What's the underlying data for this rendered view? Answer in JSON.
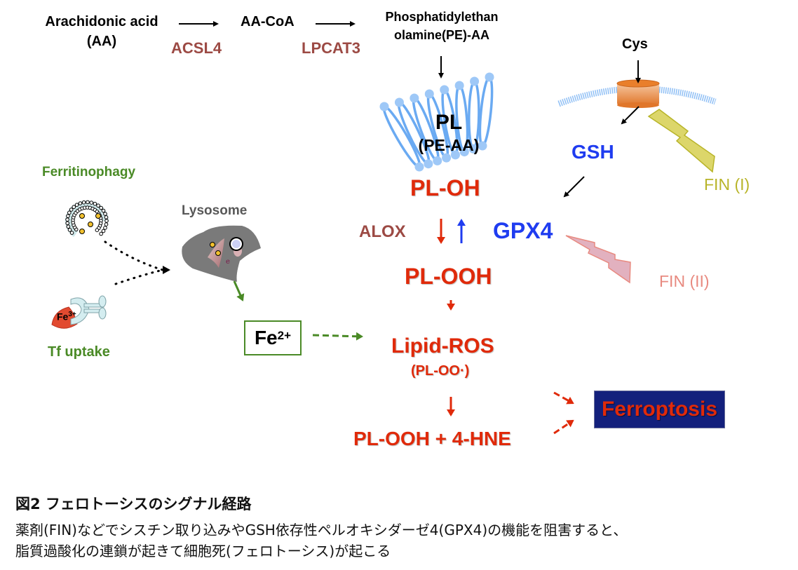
{
  "pathway": {
    "arachidonic_acid": "Arachidonic acid",
    "aa_abbrev": "(AA)",
    "aa_coa": "AA-CoA",
    "pe_aa_line1": "Phosphatidylethan",
    "pe_aa_line2": "olamine(PE)-AA",
    "acsl4": "ACSL4",
    "lpcat3": "LPCAT3"
  },
  "membrane": {
    "pl": "PL",
    "pe_aa": "(PE-AA)"
  },
  "cystine_uptake": {
    "cys": "Cys",
    "gsh": "GSH",
    "fin1": "FIN (I)"
  },
  "lipid_cycle": {
    "pl_oh": "PL-OH",
    "alox": "ALOX",
    "gpx4": "GPX4",
    "pl_ooh": "PL-OOH",
    "fin2": "FIN (II)",
    "lipid_ros": "Lipid-ROS",
    "pl_oo_radical": "(PL-OO·)",
    "pl_ooh_hne": "PL-OOH + 4-HNE"
  },
  "iron": {
    "ferritinophagy": "Ferritinophagy",
    "lysosome": "Lysosome",
    "fe3": "Fe",
    "fe3_charge": "3+",
    "tf_uptake": "Tf uptake",
    "fe2": "Fe",
    "fe2_charge": "2+"
  },
  "outcome": {
    "ferroptosis": "Ferroptosis"
  },
  "caption": {
    "title": "図2 フェロトーシスのシグナル経路",
    "line1": "薬剤(FIN)などでシスチン取り込みやGSH依存性ペルオキシダーゼ4(GPX4)の機能を阻害すると、",
    "line2": "脂質過酸化の連鎖が起きて細胞死(フェロトーシス)が起こる"
  },
  "colors": {
    "enzyme": "#9c4a44",
    "lipid_red": "#e02a0a",
    "gsh_blue": "#1f3cf0",
    "iron_green": "#4a8a26",
    "fin1_yellow": "#b8b429",
    "fin2_pink": "#e88a80",
    "ferroptosis_bg": "#13207c"
  }
}
